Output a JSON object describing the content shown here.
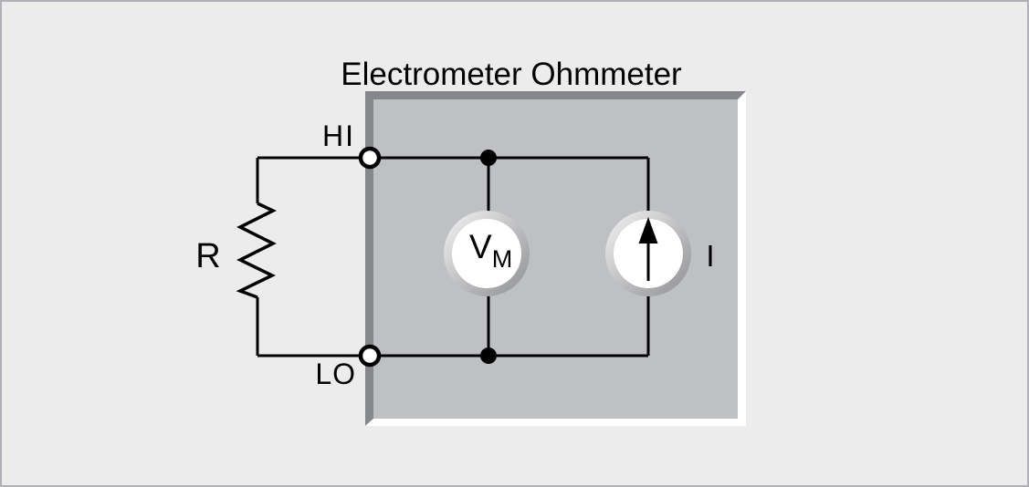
{
  "diagram": {
    "title": "Electrometer Ohmmeter",
    "terminals": {
      "hi": "HI",
      "lo": "LO"
    },
    "components": {
      "resistor": {
        "label": "R"
      },
      "voltmeter": {
        "label_main": "V",
        "label_sub": "M"
      },
      "current_source": {
        "label": "I"
      }
    }
  },
  "colors": {
    "page_background": "#ececec",
    "frame_border": "#b0b1b6",
    "box_fill": "#bec0c3",
    "box_bevel_dark": "#85878b",
    "box_bevel_light": "#ffffff",
    "wire": "#000000",
    "meter_ring_light": "#f4f4f4",
    "meter_ring_dark": "#8d8e91",
    "meter_face": "#ffffff",
    "terminal_fill": "#ffffff",
    "junction_dot": "#000000",
    "label_text": "#000000"
  }
}
